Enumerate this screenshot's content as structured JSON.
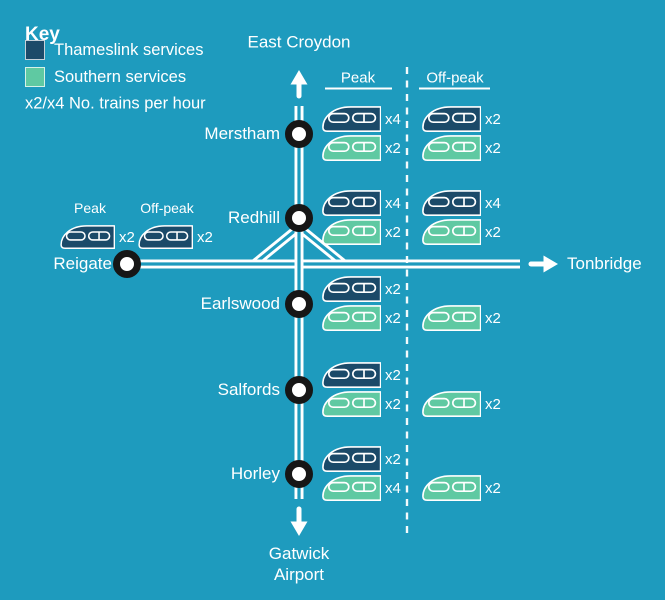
{
  "colors": {
    "background": "#1E9BBE",
    "thameslink": "#1B4A69",
    "southern": "#5FC9A2",
    "station_ring": "#161616",
    "text": "#FFFFFF"
  },
  "key": {
    "title": "Key",
    "legend": [
      {
        "operator": "thameslink",
        "label": "Thameslink services"
      },
      {
        "operator": "southern",
        "label": "Southern services"
      }
    ],
    "note": "x2/x4 No. trains per hour"
  },
  "column_headers": {
    "peak": "Peak",
    "offpeak": "Off-peak"
  },
  "terminals": {
    "north": "East Croydon",
    "south": "Gatwick Airport",
    "east": "Tonbridge"
  },
  "reigate_branch": {
    "station": "Reigate",
    "peak_label": "Peak",
    "offpeak_label": "Off-peak",
    "peak": [
      {
        "operator": "thameslink",
        "count": "x2"
      }
    ],
    "offpeak": [
      {
        "operator": "thameslink",
        "count": "x2"
      }
    ]
  },
  "stations": [
    {
      "name": "Merstham",
      "peak": [
        {
          "operator": "thameslink",
          "count": "x4"
        },
        {
          "operator": "southern",
          "count": "x2"
        }
      ],
      "offpeak": [
        {
          "operator": "thameslink",
          "count": "x2"
        },
        {
          "operator": "southern",
          "count": "x2"
        }
      ]
    },
    {
      "name": "Redhill",
      "peak": [
        {
          "operator": "thameslink",
          "count": "x4"
        },
        {
          "operator": "southern",
          "count": "x2"
        }
      ],
      "offpeak": [
        {
          "operator": "thameslink",
          "count": "x4"
        },
        {
          "operator": "southern",
          "count": "x2"
        }
      ]
    },
    {
      "name": "Earlswood",
      "peak": [
        {
          "operator": "thameslink",
          "count": "x2"
        },
        {
          "operator": "southern",
          "count": "x2"
        }
      ],
      "offpeak": [
        {
          "operator": "southern",
          "count": "x2"
        }
      ]
    },
    {
      "name": "Salfords",
      "peak": [
        {
          "operator": "thameslink",
          "count": "x2"
        },
        {
          "operator": "southern",
          "count": "x2"
        }
      ],
      "offpeak": [
        {
          "operator": "southern",
          "count": "x2"
        }
      ]
    },
    {
      "name": "Horley",
      "peak": [
        {
          "operator": "thameslink",
          "count": "x2"
        },
        {
          "operator": "southern",
          "count": "x4"
        }
      ],
      "offpeak": [
        {
          "operator": "southern",
          "count": "x2"
        }
      ]
    }
  ]
}
